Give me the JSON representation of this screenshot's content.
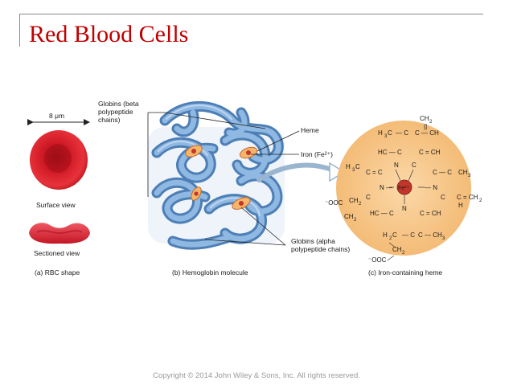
{
  "slide": {
    "title": "Red Blood Cells",
    "copyright": "Copyright © 2014 John Wiley & Sons, Inc. All rights reserved."
  },
  "panel_a": {
    "size_label": "8 μm",
    "surface_view": "Surface view",
    "sectioned_view": "Sectioned view",
    "caption": "(a) RBC shape"
  },
  "panel_b": {
    "globins_beta": [
      "Globins (beta",
      "polypeptide",
      "chains)"
    ],
    "heme": "Heme",
    "iron": "Iron (Fe²⁺)",
    "globins_alpha": [
      "Globins (alpha",
      "polypeptide chains)"
    ],
    "caption": "(b) Hemoglobin molecule"
  },
  "panel_c": {
    "caption": "(c) Iron-containing heme",
    "center": "Fe²⁺"
  },
  "colors": {
    "title": "#c00000",
    "rbc": "#d8202a",
    "protein": "#6f9fd2",
    "heme_disk": "#f6c48a",
    "iron": "#c4362b"
  }
}
